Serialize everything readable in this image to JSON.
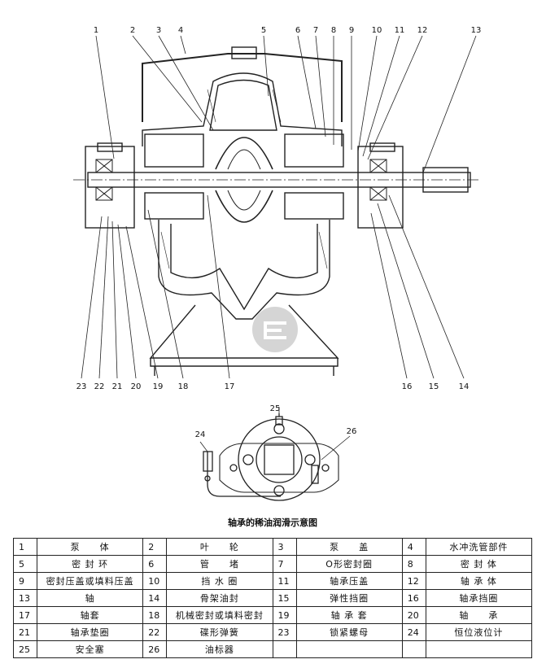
{
  "callouts_top": [
    "1",
    "2",
    "3",
    "4",
    "5",
    "6",
    "7",
    "8",
    "9",
    "10",
    "11",
    "12",
    "13"
  ],
  "callouts_bottom": [
    "23",
    "22",
    "21",
    "20",
    "19",
    "18",
    "17",
    "16",
    "15",
    "14"
  ],
  "callouts_small": [
    "24",
    "25",
    "26"
  ],
  "caption": "轴承的稀油润滑示意图",
  "parts": [
    [
      {
        "no": "1",
        "name": "泵　　体"
      },
      {
        "no": "2",
        "name": "叶　　轮"
      },
      {
        "no": "3",
        "name": "泵　　盖"
      },
      {
        "no": "4",
        "name": "水冲洗管部件"
      }
    ],
    [
      {
        "no": "5",
        "name": "密 封 环"
      },
      {
        "no": "6",
        "name": "管　　堵"
      },
      {
        "no": "7",
        "name": "O形密封圈"
      },
      {
        "no": "8",
        "name": "密 封 体"
      }
    ],
    [
      {
        "no": "9",
        "name": "密封压盖或填料压盖"
      },
      {
        "no": "10",
        "name": "挡 水 圈"
      },
      {
        "no": "11",
        "name": "轴承压盖"
      },
      {
        "no": "12",
        "name": "轴 承 体"
      }
    ],
    [
      {
        "no": "13",
        "name": "轴"
      },
      {
        "no": "14",
        "name": "骨架油封"
      },
      {
        "no": "15",
        "name": "弹性挡圈"
      },
      {
        "no": "16",
        "name": "轴承挡圈"
      }
    ],
    [
      {
        "no": "17",
        "name": "轴套"
      },
      {
        "no": "18",
        "name": "机械密封或填料密封"
      },
      {
        "no": "19",
        "name": "轴 承 套"
      },
      {
        "no": "20",
        "name": "轴　　承"
      }
    ],
    [
      {
        "no": "21",
        "name": "轴承垫圈"
      },
      {
        "no": "22",
        "name": "碟形弹簧"
      },
      {
        "no": "23",
        "name": "锁紧螺母"
      },
      {
        "no": "24",
        "name": "恒位液位计"
      }
    ],
    [
      {
        "no": "25",
        "name": "安全塞"
      },
      {
        "no": "26",
        "name": "油标器"
      },
      {
        "no": "",
        "name": ""
      },
      {
        "no": "",
        "name": ""
      }
    ]
  ]
}
